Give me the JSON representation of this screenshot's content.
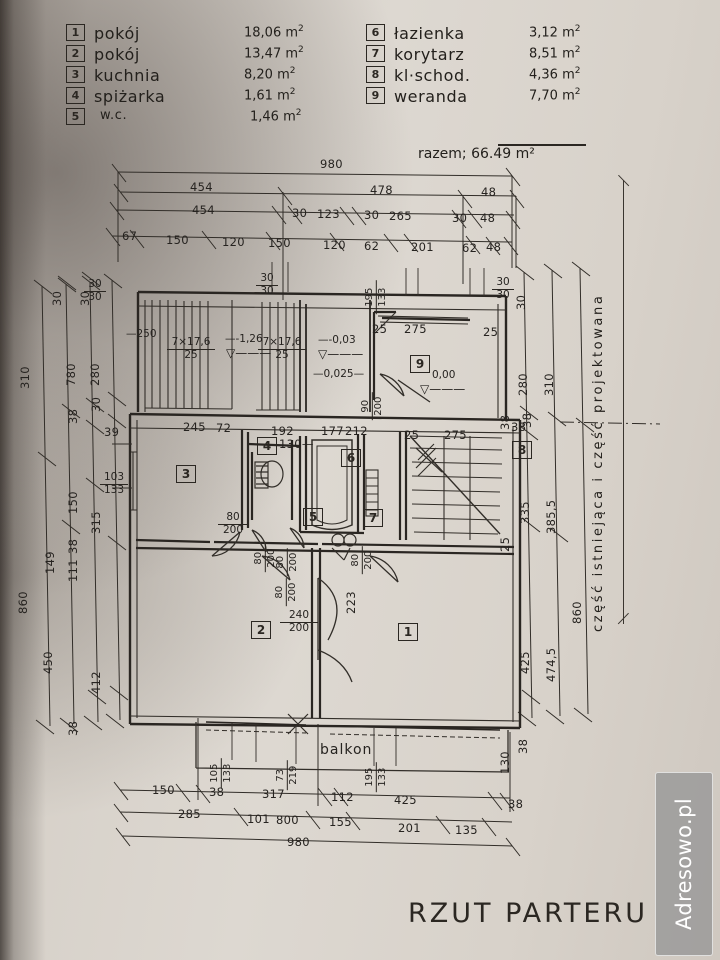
{
  "legend": {
    "left_column": [
      {
        "num": "1",
        "name": "pokój",
        "area": "18,06",
        "unit": "m"
      },
      {
        "num": "2",
        "name": "pokój",
        "area": "13,47",
        "unit": "m"
      },
      {
        "num": "3",
        "name": "kuchnia",
        "area": "8,20",
        "unit": "m"
      },
      {
        "num": "4",
        "name": "spiżarka",
        "area": "1,61",
        "unit": "m"
      },
      {
        "num": "5",
        "name": "w.c.",
        "area": "1,46",
        "unit": "m"
      }
    ],
    "right_column": [
      {
        "num": "6",
        "name": "łazienka",
        "area": "3,12",
        "unit": "m"
      },
      {
        "num": "7",
        "name": "korytarz",
        "area": "8,51",
        "unit": "m"
      },
      {
        "num": "8",
        "name": "kl·schod.",
        "area": "4,36",
        "unit": "m"
      },
      {
        "num": "9",
        "name": "weranda",
        "area": "7,70",
        "unit": "m"
      }
    ],
    "total_label": "razem;",
    "total_value": "66.49 m²"
  },
  "title": "RZUT PARTERU",
  "watermark": "Adresowo.pl",
  "side_note": "część istniejąca i część projektowana",
  "dimensions": {
    "top_chain_1": [
      "980"
    ],
    "top_chain_2": [
      "454",
      "478",
      "48"
    ],
    "top_chain_3": [
      "454",
      "30",
      "123",
      "30",
      "265",
      "30",
      "48"
    ],
    "top_chain_4": [
      "67",
      "150",
      "120",
      "150",
      "120",
      "62",
      "201",
      "62",
      "48"
    ],
    "bottom_chain_1": [
      "150",
      "38",
      "317",
      "112",
      "425",
      "38"
    ],
    "bottom_chain_2": [
      "285",
      "101",
      "800",
      "155",
      "201",
      "135"
    ],
    "bottom_chain_3": [
      "980"
    ],
    "left_chain_1": [
      "310",
      "450"
    ],
    "left_chain_2": [
      "780",
      "150",
      "149",
      "38"
    ],
    "left_chain_3": [
      "280",
      "315",
      "412",
      "38"
    ],
    "left_total": "860",
    "left_small": [
      "30",
      "30",
      "38",
      "30",
      "111",
      "38"
    ],
    "right_chain_1": [
      "310",
      "385,5",
      "130"
    ],
    "right_chain_2": [
      "280",
      "335",
      "425",
      "38"
    ],
    "right_chain_3": [
      "474,5"
    ],
    "right_total": "860",
    "right_small": [
      "30",
      "38",
      "25",
      "38",
      "30"
    ]
  },
  "plan_annotations": {
    "levels": [
      {
        "value": "-1,26"
      },
      {
        "value": "-0,03"
      },
      {
        "value": "0,00"
      },
      {
        "value": "0,025"
      }
    ],
    "stairs_outer_left": "7×17,6",
    "stairs_outer_left_tread": "25",
    "stairs_outer_right": "7×17,6",
    "stairs_outer_right_tread": "25",
    "level_250": "250",
    "window_markers": [
      {
        "label": "30",
        "sub": "30"
      },
      {
        "label": "30",
        "sub": "30"
      },
      {
        "label": "30",
        "sub": "30"
      },
      {
        "label": "103",
        "sub": "133"
      },
      {
        "label": "195",
        "sub": "133"
      },
      {
        "label": "105",
        "sub": "133"
      },
      {
        "label": "73",
        "sub": "219"
      },
      {
        "label": "195",
        "sub": "133"
      }
    ],
    "door_markers": [
      {
        "label": "80",
        "sub": "200"
      },
      {
        "label": "80",
        "sub": "200"
      },
      {
        "label": "80",
        "sub": "200"
      },
      {
        "label": "80",
        "sub": "200"
      },
      {
        "label": "80",
        "sub": "200"
      },
      {
        "label": "90",
        "sub": "200"
      },
      {
        "label": "240",
        "sub": "200"
      }
    ],
    "interior_dims": [
      "245",
      "72",
      "192",
      "177",
      "212",
      "130",
      "223",
      "25",
      "275",
      "25",
      "25",
      "275",
      "39",
      "38"
    ],
    "balcony_label": "balkon"
  },
  "rooms_on_plan": [
    "1",
    "2",
    "3",
    "4",
    "5",
    "6",
    "7",
    "8",
    "9"
  ],
  "colors": {
    "paper": "#d8d2ca",
    "ink": "#2b2722",
    "watermark_bg": "#969696"
  }
}
